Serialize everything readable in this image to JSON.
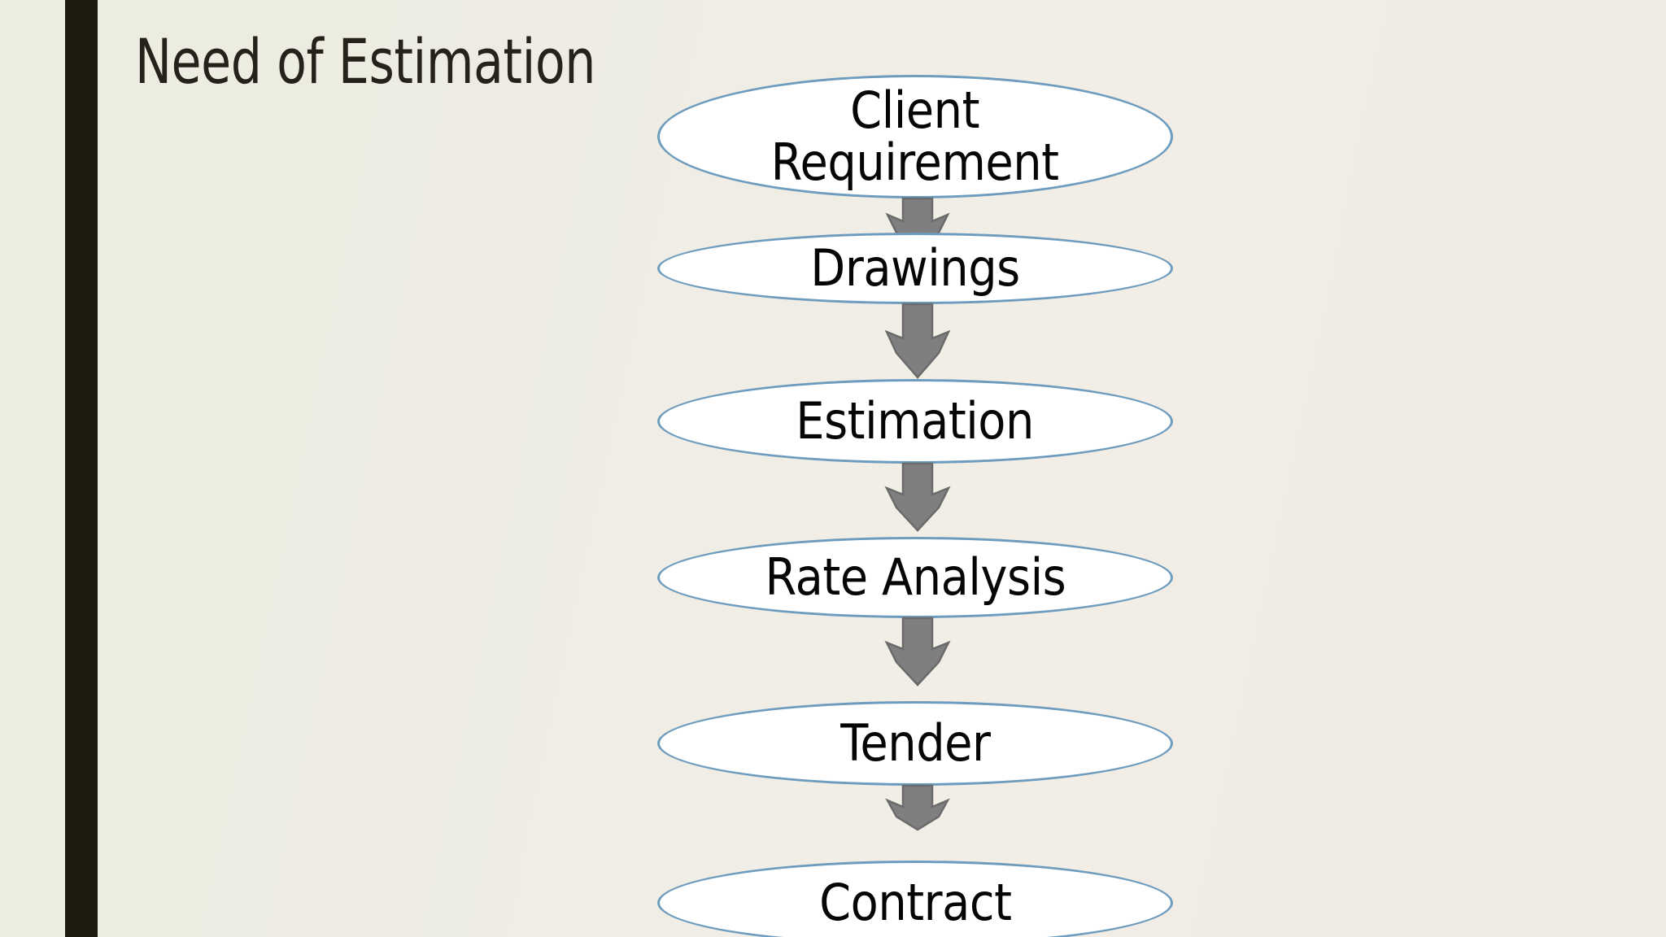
{
  "slide": {
    "title": "Need of Estimation",
    "background_color": "#EFEBE3",
    "accent_bar_color": "#1E1B11",
    "title_color": "#25221B"
  },
  "diagram": {
    "type": "flowchart",
    "orientation": "vertical-top-down",
    "node_shape": "ellipse",
    "node_fill": "#FFFFFF",
    "node_border_color": "#6E9CBE",
    "node_text_color": "#050505",
    "arrow_fill": "#7F7F7F",
    "arrow_stroke": "#6A6A6A",
    "nodes": [
      {
        "id": "client-requirement",
        "label": "Client\nRequirement",
        "line1": "Client",
        "line2": "Requirement"
      },
      {
        "id": "drawings",
        "label": "Drawings"
      },
      {
        "id": "estimation",
        "label": "Estimation"
      },
      {
        "id": "rate-analysis",
        "label": "Rate Analysis"
      },
      {
        "id": "tender",
        "label": "Tender"
      },
      {
        "id": "contract",
        "label": "Contract"
      }
    ],
    "connectors": [
      {
        "from": "client-requirement",
        "to": "drawings",
        "glyph": "down-arrow",
        "size": "small"
      },
      {
        "from": "drawings",
        "to": "estimation",
        "glyph": "down-arrow",
        "size": "large"
      },
      {
        "from": "estimation",
        "to": "rate-analysis",
        "glyph": "down-arrow",
        "size": "medium"
      },
      {
        "from": "rate-analysis",
        "to": "tender",
        "glyph": "down-arrow",
        "size": "medium"
      },
      {
        "from": "tender",
        "to": "contract",
        "glyph": "down-arrow",
        "size": "small"
      }
    ]
  }
}
